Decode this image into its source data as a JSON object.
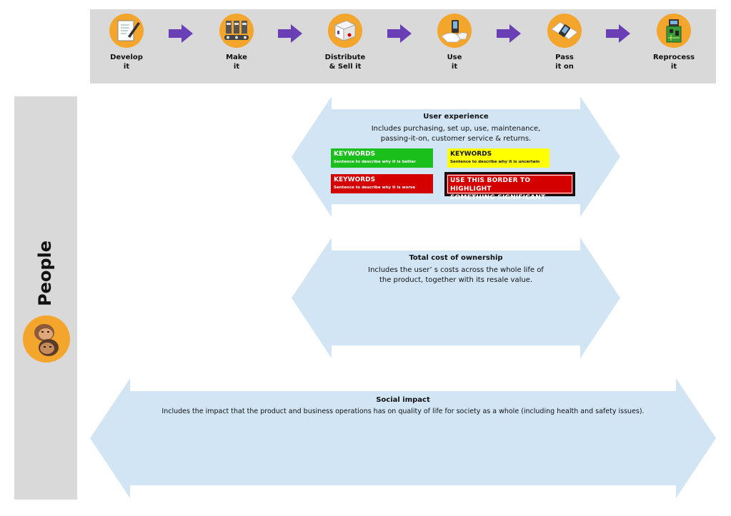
{
  "stages": [
    {
      "line1": "Develop",
      "line2": "it",
      "icon": "pencil-document-icon"
    },
    {
      "line1": "Make",
      "line2": "it",
      "icon": "factory-conveyor-icon"
    },
    {
      "line1": "Distribute",
      "line2": "& Sell it",
      "icon": "box-package-icon"
    },
    {
      "line1": "Use",
      "line2": "it",
      "icon": "hand-holding-phone-icon"
    },
    {
      "line1": "Pass",
      "line2": "it on",
      "icon": "handover-phone-icon"
    },
    {
      "line1": "Reprocess",
      "line2": "it",
      "icon": "circuit-board-icon"
    }
  ],
  "people": {
    "title": "People",
    "icon": "two-faces-icon"
  },
  "user_experience": {
    "title": "User experience",
    "desc_line1": "Includes purchasing, set up, use, maintenance,",
    "desc_line2": "passing-it-on, customer service & returns.",
    "keywords": {
      "better": {
        "title": "KEYWORDS",
        "sub": "Sentence to describe why it is better"
      },
      "uncertain": {
        "title": "KEYWORDS",
        "sub": "Sentence to describe why it is uncertain"
      },
      "worse": {
        "title": "KEYWORDS",
        "sub": "Sentence to describe why it is worse"
      },
      "highlight": {
        "line1": "USE THIS BORDER TO HIGHLIGHT",
        "line2": "SOMETHING SIGNIFICANT"
      }
    }
  },
  "total_cost": {
    "title": "Total cost of ownership",
    "desc_line1": "Includes the user’ s costs across the whole life of",
    "desc_line2": "the product, together with its resale value."
  },
  "social_impact": {
    "title": "Social impact",
    "desc": "Includes the impact that the product and business operations has on quality of life for society as a whole (including health and safety issues)."
  },
  "colors": {
    "stage_bar": "#d9d9d9",
    "icon_orange": "#f4a52b",
    "arrow_purple": "#6a3fb5",
    "arrow_blue": "#d2e5f5",
    "better_green": "#1bbf1b",
    "uncertain_yellow": "#ffff00",
    "worse_red": "#d40000"
  }
}
